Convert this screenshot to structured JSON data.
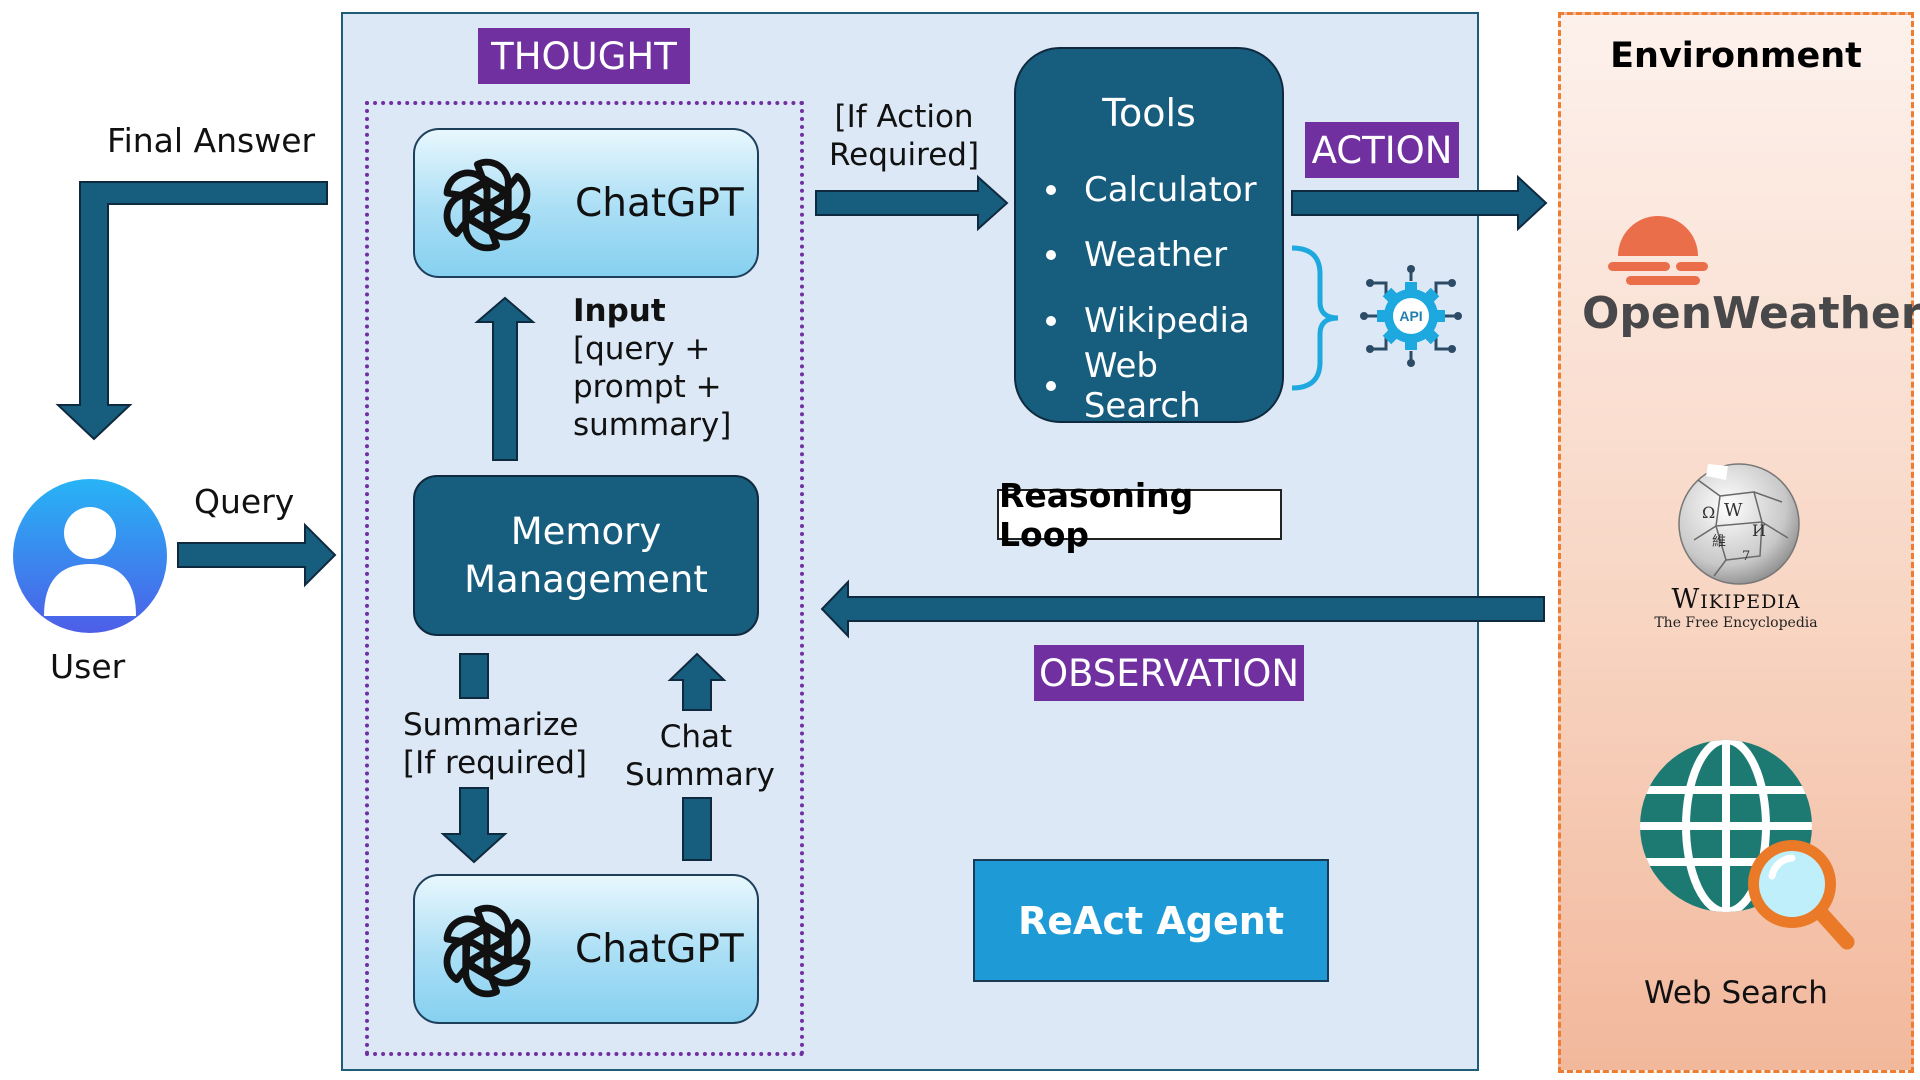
{
  "thought": {
    "tag": "THOUGHT"
  },
  "chatgpt_top": {
    "label": "ChatGPT"
  },
  "chatgpt_bottom": {
    "label": "ChatGPT"
  },
  "input_note": {
    "heading": "Input",
    "lines": [
      "[query +",
      "prompt +",
      "summary]"
    ]
  },
  "memory": {
    "lines": [
      "Memory",
      "Management"
    ]
  },
  "summarize_note": {
    "lines": [
      "Summarize",
      "[If required]"
    ]
  },
  "chat_summary_note": {
    "lines": [
      "Chat",
      "Summary"
    ]
  },
  "user": {
    "label": "User"
  },
  "final_answer": {
    "label": "Final Answer"
  },
  "query": {
    "label": "Query"
  },
  "if_action": {
    "lines": [
      "[If Action",
      "Required]"
    ]
  },
  "tools": {
    "title": "Tools",
    "items": [
      "Calculator",
      "Weather",
      "Wikipedia",
      "Web Search"
    ]
  },
  "action": {
    "tag": "ACTION"
  },
  "api_icon": {
    "label": "API"
  },
  "reasoning_loop": {
    "label": "Reasoning Loop"
  },
  "observation": {
    "tag": "OBSERVATION"
  },
  "react_agent": {
    "label": "ReAct Agent"
  },
  "environment": {
    "title": "Environment",
    "openweather": "OpenWeather",
    "wikipedia": {
      "title": "Wikipedia",
      "subtitle": "The Free Encyclopedia"
    },
    "web_search": "Web Search"
  },
  "colors": {
    "panel": "#dce8f5",
    "dark_teal": "#175d7e",
    "purple": "#7030a0",
    "orange": "#ed7d31",
    "react_blue": "#1e9bd7"
  }
}
